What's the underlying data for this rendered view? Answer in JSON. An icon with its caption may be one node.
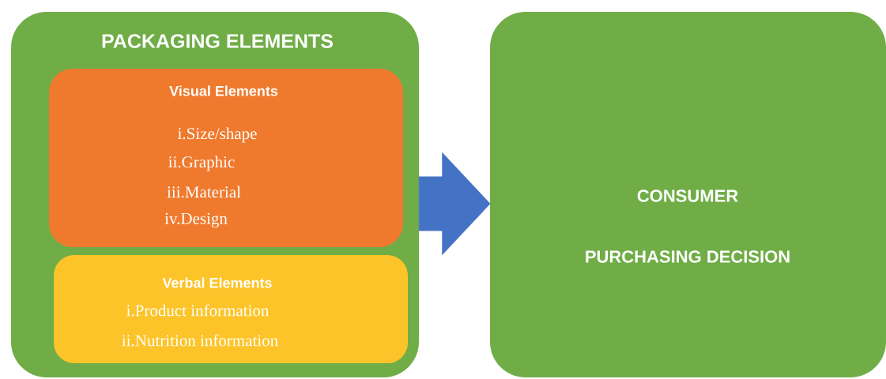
{
  "diagram": {
    "nodes": [
      {
        "text": [
          "PACKAGING ELEMENTS"
        ]
      },
      {
        "text": [
          "Visual Elements",
          "i.Size/shape",
          "ii.Graphic",
          "iii.Material",
          "iv.Design"
        ],
        "in": 0
      },
      {
        "text": [
          "Verbal Elements",
          "i.Product information",
          "ii.Nutrition information"
        ],
        "in": 0
      },
      {
        "text": [
          "CONSUMER",
          "PURCHASING DECISION"
        ]
      }
    ],
    "edges": [
      {
        "from": 0,
        "to": 3,
        "arrow": "to"
      }
    ]
  }
}
